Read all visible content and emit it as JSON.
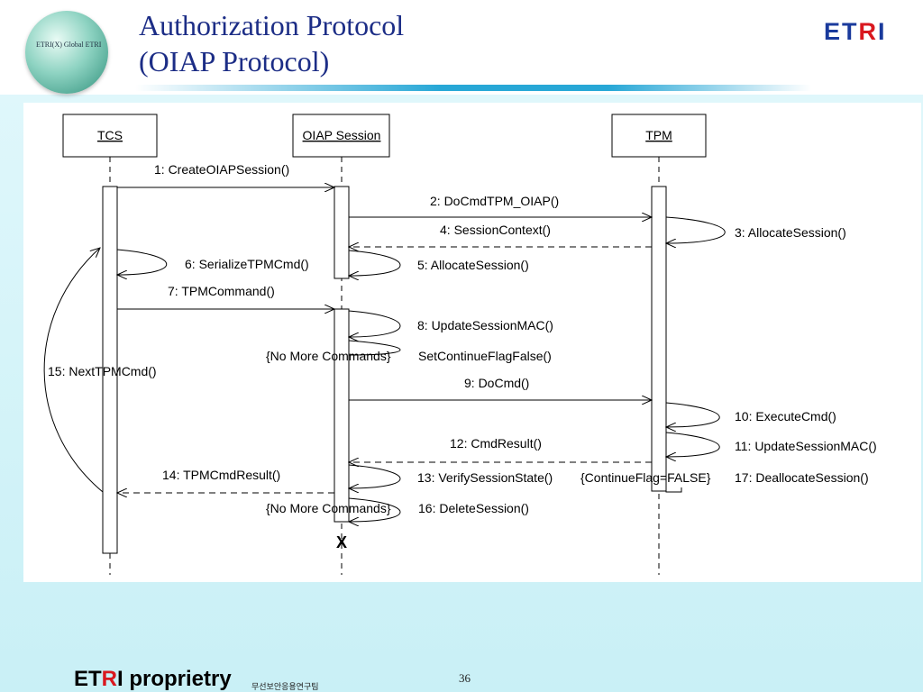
{
  "header": {
    "title_line1": "Authorization Protocol",
    "title_line2": "(OIAP Protocol)",
    "globe_text": "ETRI(X) Global ETRI",
    "brand_logo": "ETRI"
  },
  "diagram": {
    "lifelines": {
      "tcs": "TCS",
      "oiap": "OIAP Session",
      "tpm": "TPM"
    },
    "messages": {
      "m1": "1: CreateOIAPSession()",
      "m2": "2: DoCmdTPM_OIAP()",
      "m3": "3: AllocateSession()",
      "m4": "4: SessionContext()",
      "m5": "5: AllocateSession()",
      "m6": "6: SerializeTPMCmd()",
      "m7": "7: TPMCommand()",
      "m8": "8: UpdateSessionMAC()",
      "cond1": "{No More Commands}",
      "m_set": "SetContinueFlagFalse()",
      "m15": "15: NextTPMCmd()",
      "m9": "9: DoCmd()",
      "m10": "10: ExecuteCmd()",
      "m11": "11: UpdateSessionMAC()",
      "m12": "12: CmdResult()",
      "m14": "14: TPMCmdResult()",
      "m13": "13: VerifySessionState()",
      "cond_flag": "{ContinueFlag=FALSE}",
      "m17": "17: DeallocateSession()",
      "cond2": "{No More Commands}",
      "m16": "16: DeleteSession()",
      "destroy": "X"
    }
  },
  "footer": {
    "brand_et": "ET",
    "brand_r": "R",
    "brand_rest": "I proprietry",
    "team": "무선보안응용연구팀",
    "page_number": "36"
  }
}
